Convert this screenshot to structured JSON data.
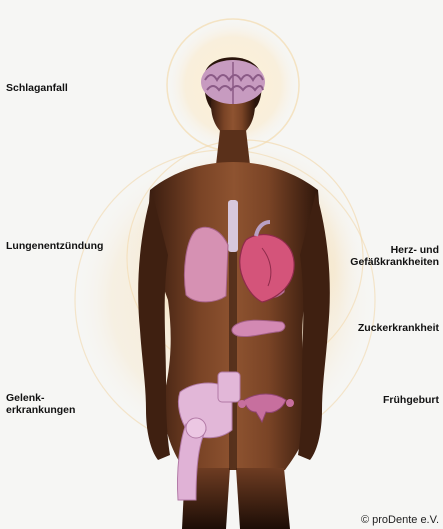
{
  "labels": {
    "stroke": "Schlaganfall",
    "pneumonia": "Lungenentzündung",
    "heart": "Herz- und\nGefäßkrankheiten",
    "diabetes": "Zuckerkrankheit",
    "joints": "Gelenk-\nerkrankungen",
    "preterm": "Frühgeburt"
  },
  "credit": "© proDente e.V."
}
